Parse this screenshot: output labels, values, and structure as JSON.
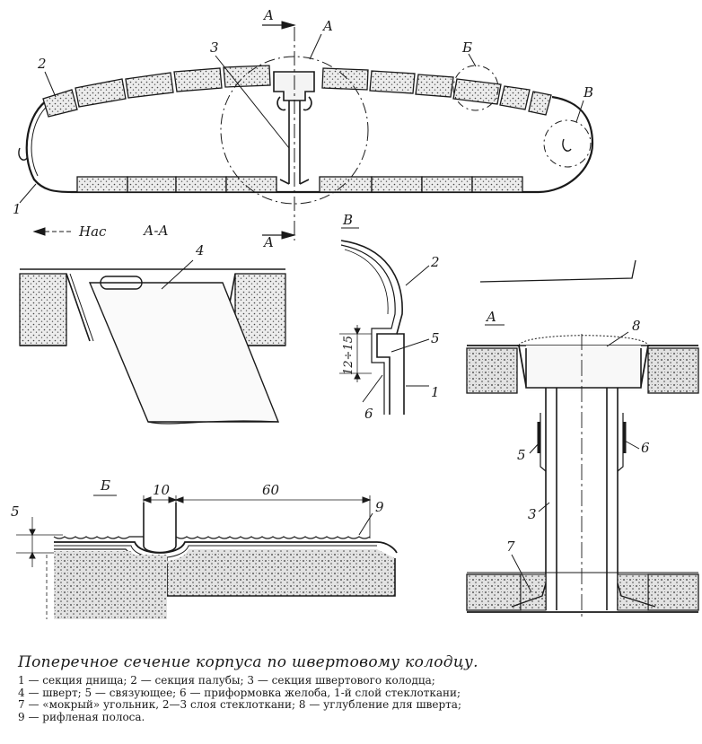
{
  "labels": {
    "l1": "1",
    "l2": "2",
    "l3": "3",
    "l4": "4",
    "l5": "5",
    "l6": "6",
    "l7": "7",
    "l8": "8",
    "l9": "9",
    "secA": "A",
    "secB": "Б",
    "secV": "В",
    "secAA": "А-А",
    "nas": "Нас",
    "dim_12_15": "12÷15",
    "dim_10": "10",
    "dim_60": "60",
    "dim_5": "5"
  },
  "caption": {
    "title": "Поперечное сечение корпуса по швертовому колодцу.",
    "legend": [
      "1 — секция днища; 2 — секция палубы; 3 — секция швертового колодца;",
      "4 — шверт; 5 — связующее; 6 — приформовка желоба, 1-й слой стеклоткани;",
      "7 — «мокрый» угольник, 2—3 слоя стеклоткани; 8 — углубление для шверта;",
      "9 — рифленая полоса."
    ]
  },
  "colors": {
    "ink": "#1a1a1a",
    "paper": "#ffffff",
    "foam": "#dcdcdc"
  }
}
